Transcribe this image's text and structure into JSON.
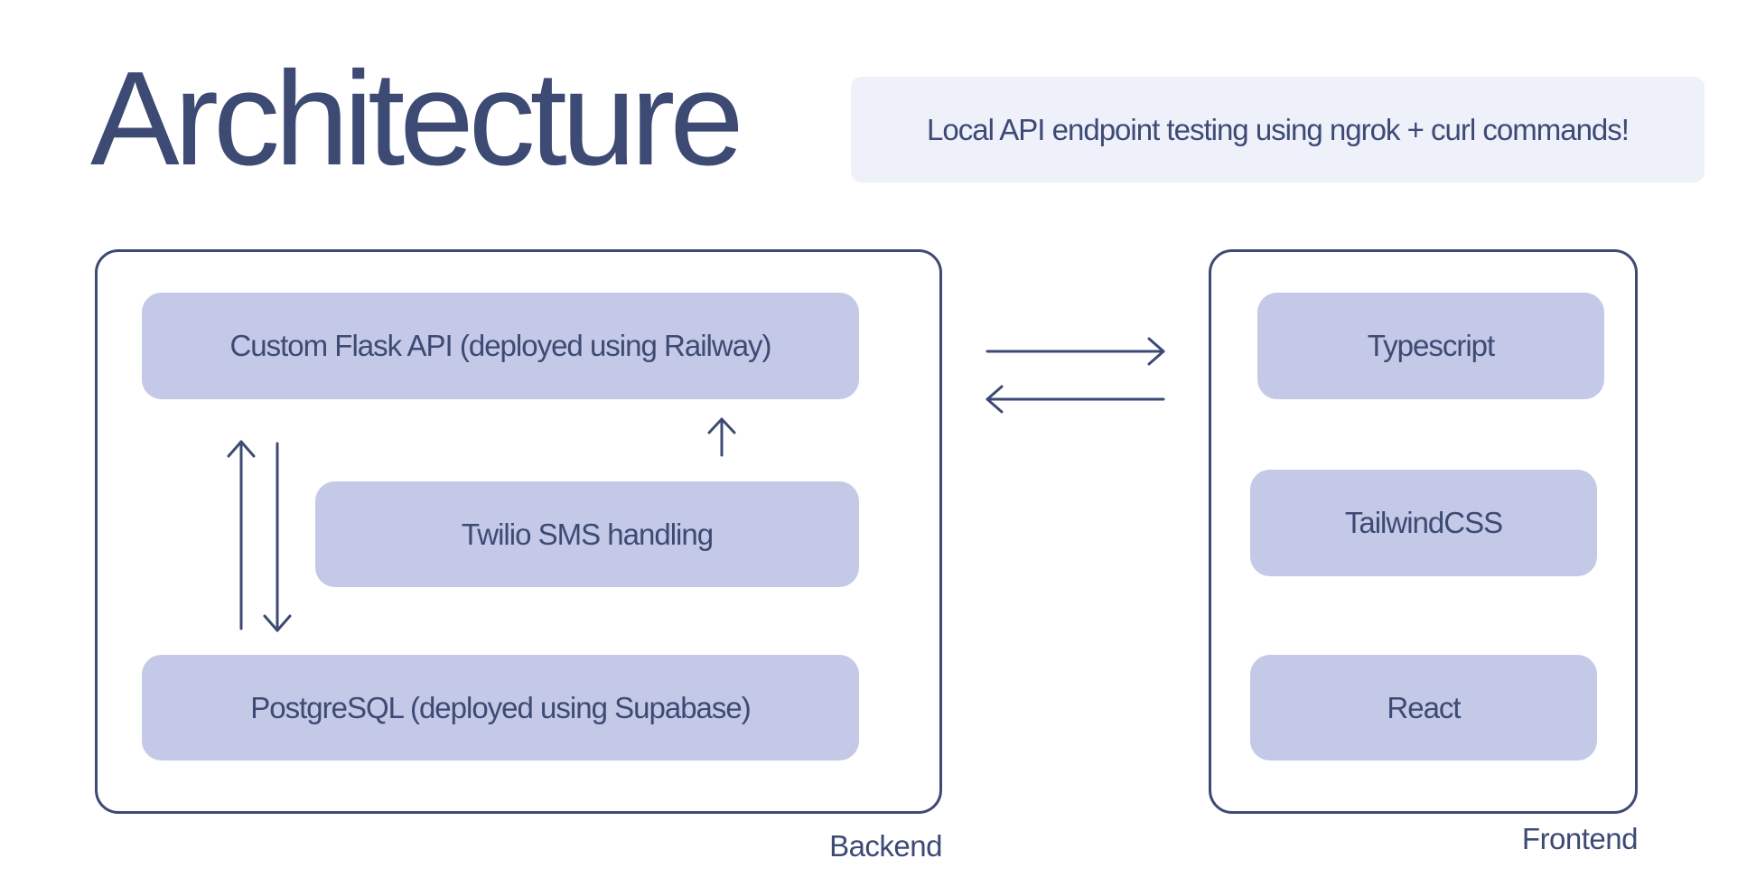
{
  "title": "Architecture",
  "callout": "Local API endpoint testing using ngrok + curl commands!",
  "backend": {
    "label": "Backend",
    "nodes": [
      "Custom Flask API (deployed using Railway)",
      "Twilio SMS handling",
      "PostgreSQL (deployed using Supabase)"
    ]
  },
  "frontend": {
    "label": "Frontend",
    "nodes": [
      "Typescript",
      "TailwindCSS",
      "React"
    ]
  },
  "colors": {
    "ink": "#3d4a74",
    "node_fill": "#c3c9e6",
    "callout_fill": "#eef0fa"
  }
}
